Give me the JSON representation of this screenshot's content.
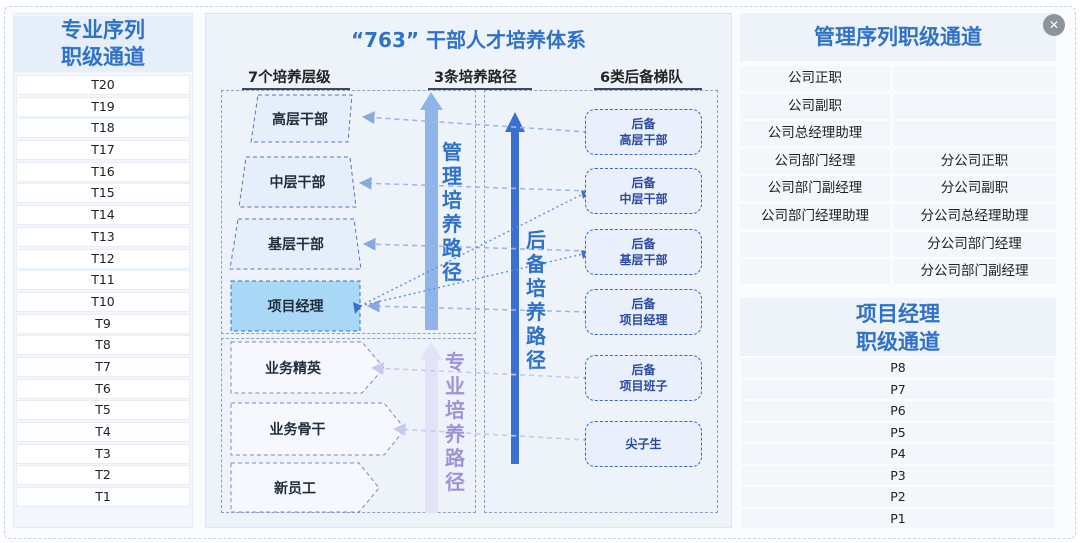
{
  "left_column": {
    "title_line1": "专业序列",
    "title_line2": "职级通道",
    "levels": [
      "T20",
      "T19",
      "T18",
      "T17",
      "T16",
      "T15",
      "T14",
      "T13",
      "T12",
      "T11",
      "T10",
      "T9",
      "T8",
      "T7",
      "T6",
      "T5",
      "T4",
      "T3",
      "T2",
      "T1"
    ]
  },
  "center": {
    "title": "“763” 干部人才培养体系",
    "header_levels": "7个培养层级",
    "header_paths": "3条培养路径",
    "header_reserve": "6类后备梯队",
    "levels": [
      "高层干部",
      "中层干部",
      "基层干部",
      "项目经理",
      "业务精英",
      "业务骨干",
      "新员工"
    ],
    "path_management": [
      "管",
      "理",
      "培",
      "养",
      "路",
      "径"
    ],
    "path_reserve": [
      "后",
      "备",
      "培",
      "养",
      "路",
      "径"
    ],
    "path_professional": [
      "专",
      "业",
      "培",
      "养",
      "路",
      "径"
    ],
    "reserves": [
      {
        "line1": "后备",
        "line2": "高层干部"
      },
      {
        "line1": "后备",
        "line2": "中层干部"
      },
      {
        "line1": "后备",
        "line2": "基层干部"
      },
      {
        "line1": "后备",
        "line2": "项目经理"
      },
      {
        "line1": "后备",
        "line2": "项目班子"
      },
      {
        "line1": "尖子生",
        "line2": ""
      }
    ]
  },
  "right_column": {
    "management_title": "管理序列职级通道",
    "management_rows": [
      [
        "公司正职",
        ""
      ],
      [
        "公司副职",
        ""
      ],
      [
        "公司总经理助理",
        ""
      ],
      [
        "公司部门经理",
        "分公司正职"
      ],
      [
        "公司部门副经理",
        "分公司副职"
      ],
      [
        "公司部门经理助理",
        "分公司总经理助理"
      ],
      [
        "",
        "分公司部门经理"
      ],
      [
        "",
        "分公司部门副经理"
      ]
    ],
    "pm_title_line1": "项目经理",
    "pm_title_line2": "职级通道",
    "pm_levels": [
      "P8",
      "P7",
      "P6",
      "P5",
      "P4",
      "P3",
      "P2",
      "P1"
    ]
  },
  "colors": {
    "accent_blue": "#2f72c8",
    "reserve_arrow": "#3b6fd0",
    "management_arrow": "#8fb4ea",
    "professional_arrow": "#e3e2f6",
    "highlight_box": "#a9d8f7"
  },
  "icons": {
    "close": "close-icon"
  }
}
